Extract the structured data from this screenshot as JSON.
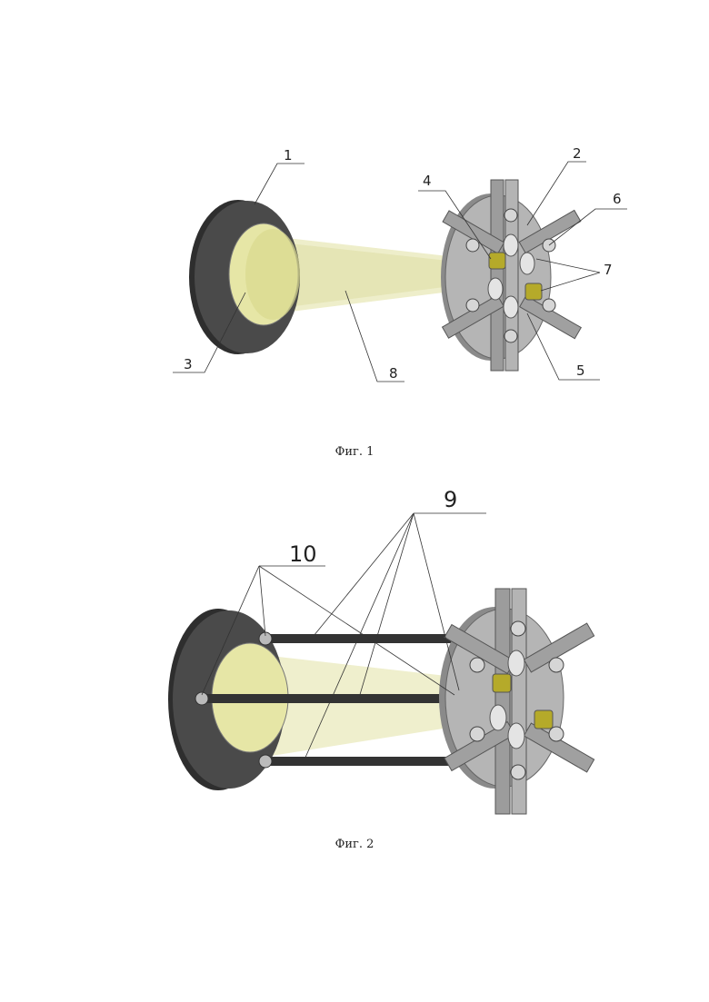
{
  "figure1": {
    "caption": "Фиг. 1",
    "labels": [
      "1",
      "2",
      "3",
      "4",
      "5",
      "6",
      "7",
      "8"
    ]
  },
  "figure2": {
    "caption": "Фиг. 2",
    "labels": [
      "9",
      "10"
    ]
  },
  "colors": {
    "disk_dark": "#3a3a3a",
    "disk_face": "#4a4a4a",
    "lens": "#e6e6a6",
    "beam": "#e8e8b8",
    "metal": "#a8a8a8",
    "metal_dark": "#6e6e6e",
    "emitter": "#b5aa2a"
  }
}
